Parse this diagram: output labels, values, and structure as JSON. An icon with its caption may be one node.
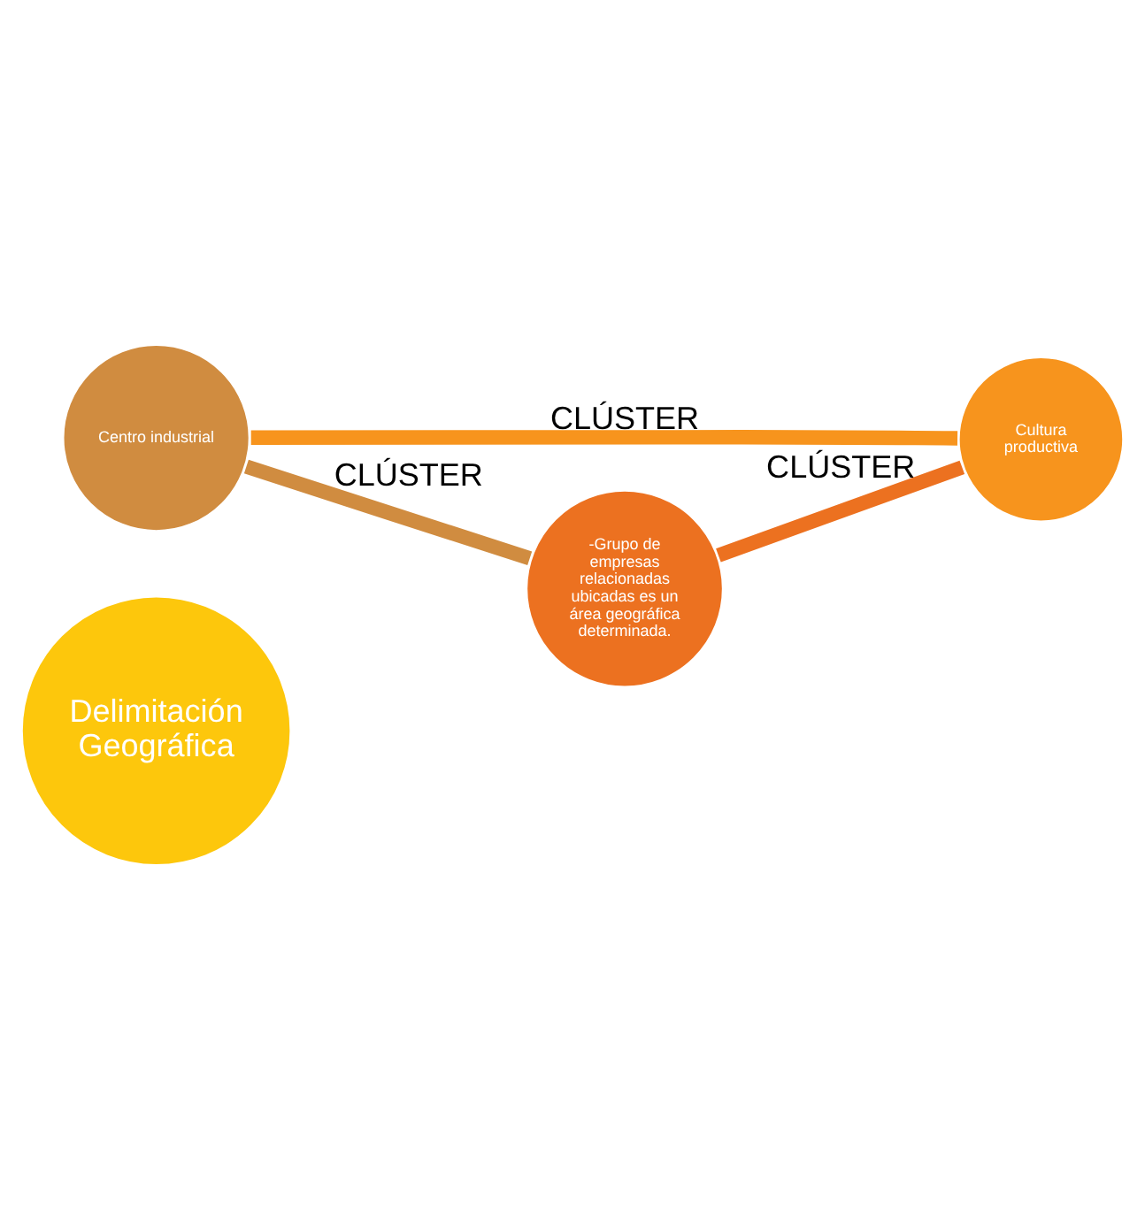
{
  "diagram": {
    "nodes": [
      {
        "text": [
          "Delimitación Geográfica"
        ]
      },
      {
        "text": [
          "Cultura productiva"
        ]
      },
      {
        "text": [
          "Centro industrial"
        ]
      },
      {
        "text": [
          "-Grupo de empresas relacionadas ubicadas es un área geográfica determinada."
        ]
      }
    ],
    "edges": [
      {
        "from": 1,
        "to": 2,
        "arrow": "none",
        "label": "CLÚSTER",
        "color": "#f7941d"
      },
      {
        "from": 2,
        "to": 3,
        "arrow": "none",
        "label": "CLÚSTER",
        "color": "#d08c40"
      },
      {
        "from": 3,
        "to": 1,
        "arrow": "none",
        "label": "CLÚSTER",
        "color": "#ec7120"
      }
    ]
  }
}
